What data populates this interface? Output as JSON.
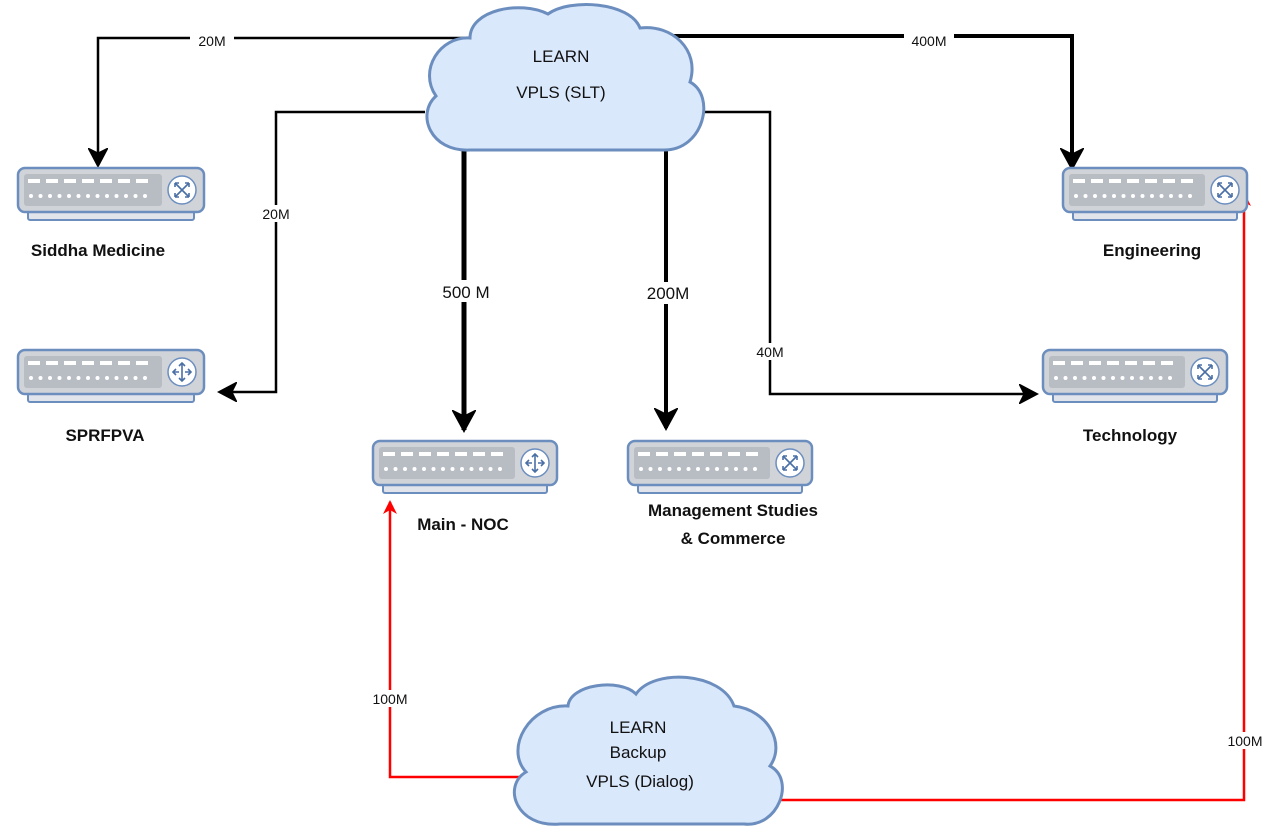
{
  "clouds": {
    "slt": {
      "line1": "LEARN",
      "line2": "VPLS (SLT)"
    },
    "dialog": {
      "line1": "LEARN",
      "line2": "Backup",
      "line3": "VPLS (Dialog)"
    }
  },
  "nodes": {
    "siddha": {
      "label": "Siddha Medicine",
      "icon": "switch-icon"
    },
    "sprfpva": {
      "label": "SPRFPVA",
      "icon": "router-icon"
    },
    "main_noc": {
      "label": "Main - NOC",
      "icon": "router-icon"
    },
    "management": {
      "label_line1": "Management Studies",
      "label_line2": "& Commerce",
      "icon": "switch-icon"
    },
    "engineering": {
      "label": "Engineering",
      "icon": "switch-icon"
    },
    "technology": {
      "label": "Technology",
      "icon": "switch-icon"
    }
  },
  "links": {
    "siddha": "20M",
    "sprfpva": "20M",
    "main_noc": "500 M",
    "management": "200M",
    "technology": "40M",
    "engineering": "400M",
    "backup_main": "100M",
    "backup_engineering": "100M"
  },
  "colors": {
    "primary_link": "#000000",
    "backup_link": "#ff0000",
    "cloud_fill": "#dae8fc",
    "cloud_stroke": "#6c8ebf",
    "device_fill": "#e1e4ea",
    "device_stroke": "#6c8ebf"
  }
}
